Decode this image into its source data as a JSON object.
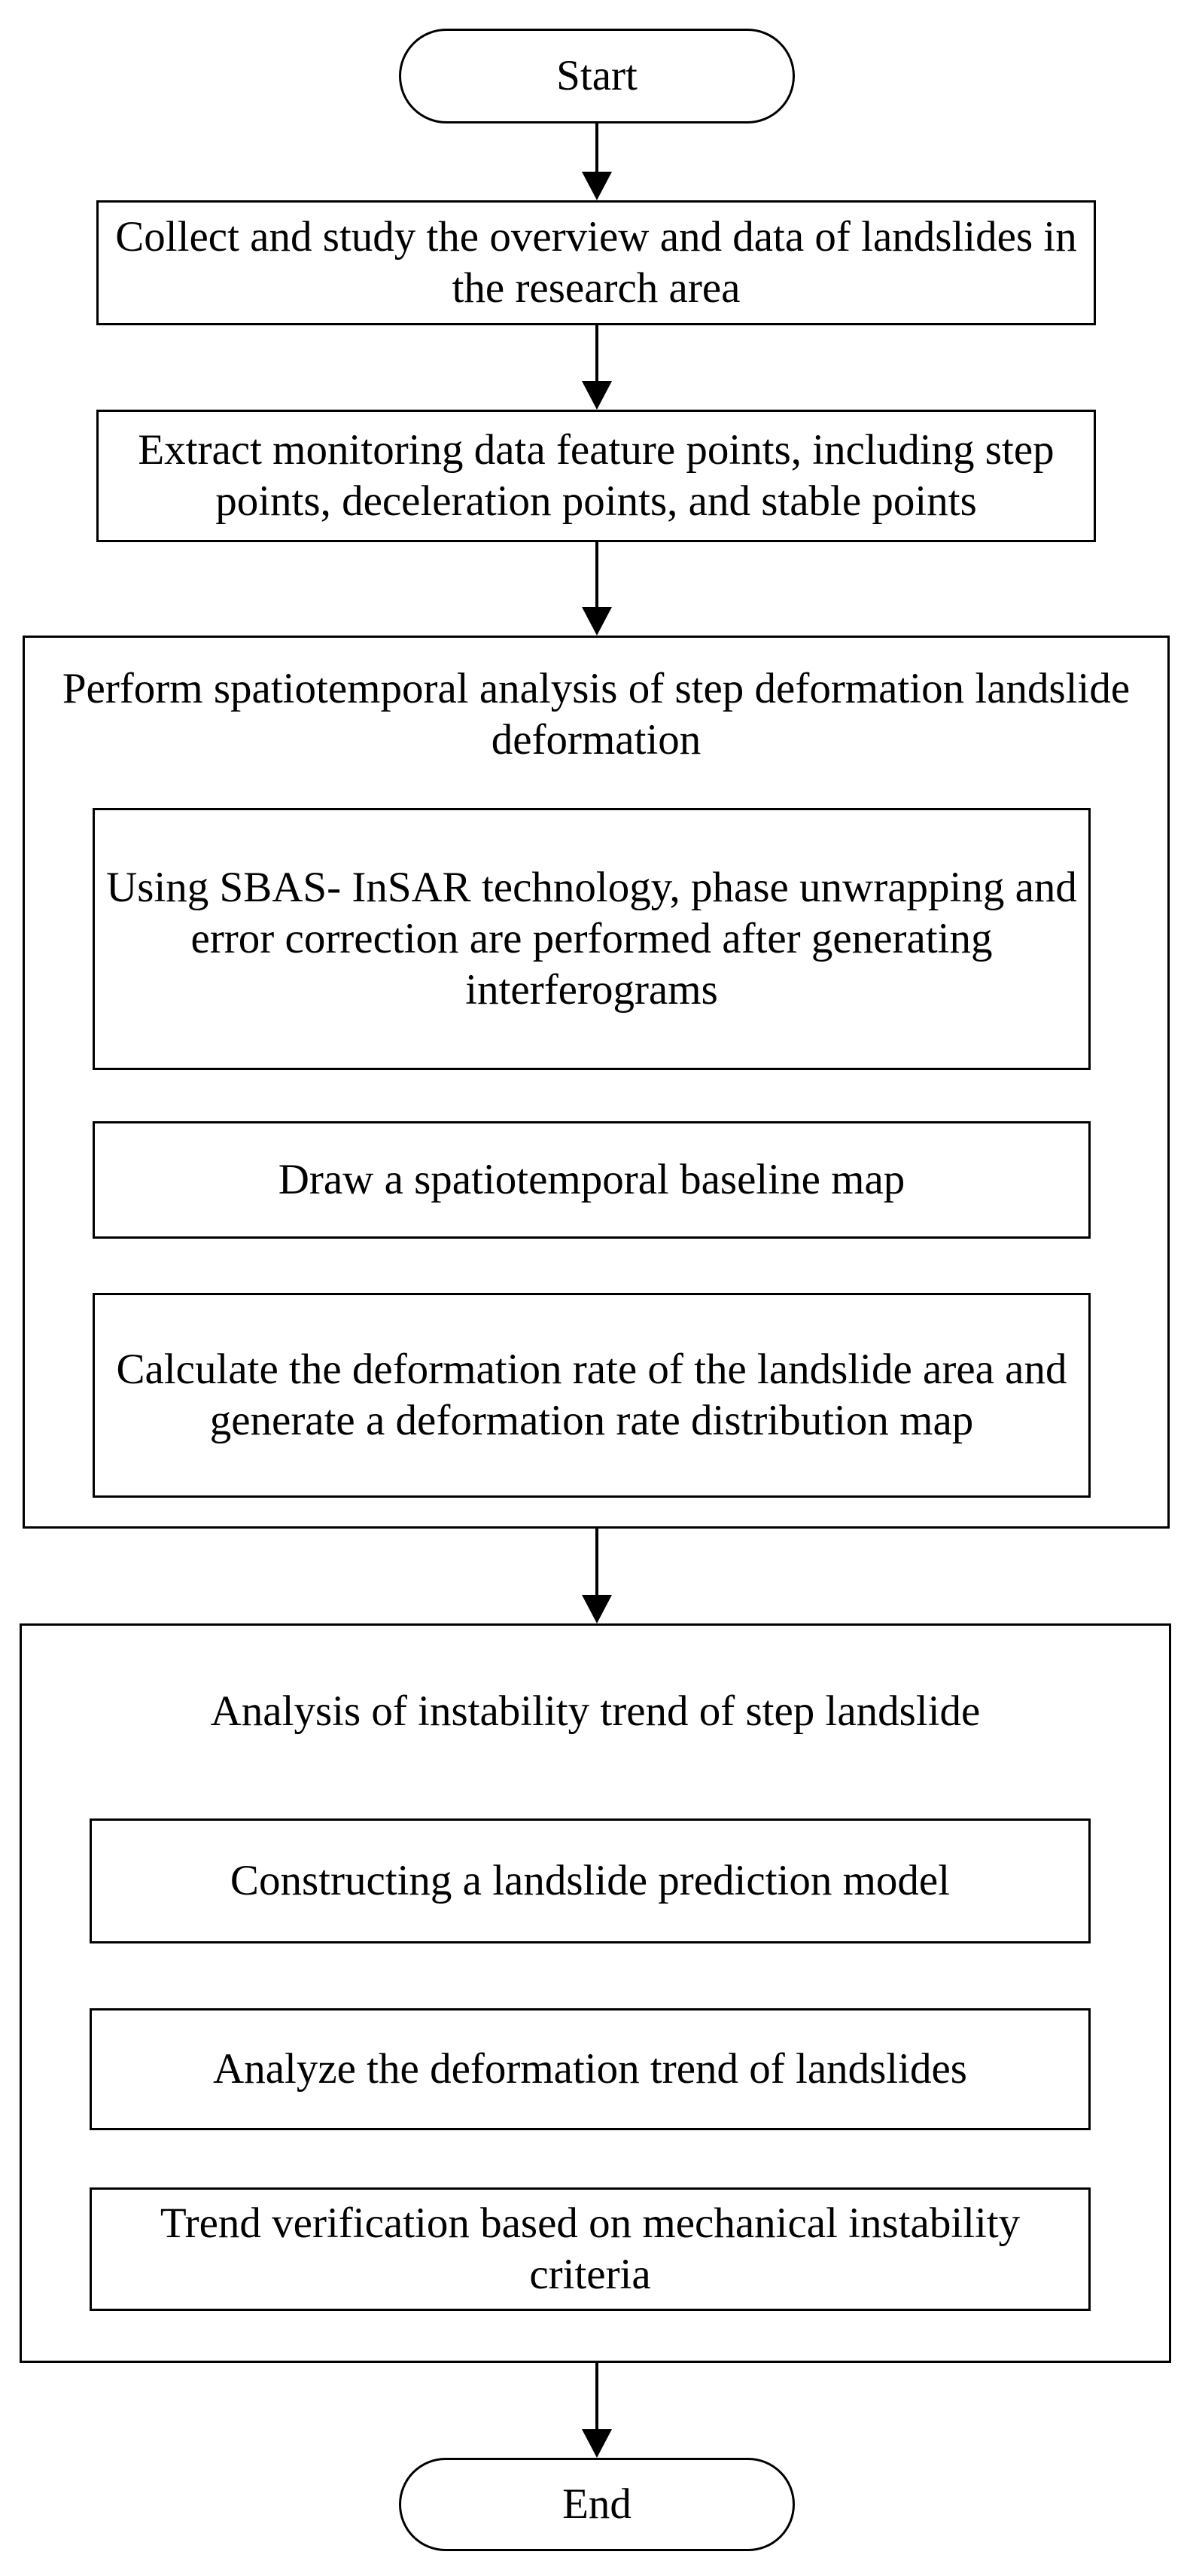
{
  "flowchart": {
    "start": "Start",
    "step_collect": "Collect and study the overview and data of landslides in the research area",
    "step_extract": "Extract monitoring data feature points, including step points, deceleration points, and stable points",
    "group_spatiotemporal": {
      "title": "Perform spatiotemporal analysis of step deformation landslide deformation",
      "steps": [
        "Using SBAS- InSAR technology, phase unwrapping and error correction are performed after generating interferograms",
        "Draw a spatiotemporal baseline map",
        "Calculate the deformation rate of the landslide area and generate a deformation rate distribution map"
      ]
    },
    "group_instability": {
      "title": "Analysis of instability trend of step landslide",
      "steps": [
        "Constructing a landslide prediction model",
        "Analyze the deformation trend of landslides",
        "Trend verification based on mechanical instability criteria"
      ]
    },
    "end": "End"
  }
}
